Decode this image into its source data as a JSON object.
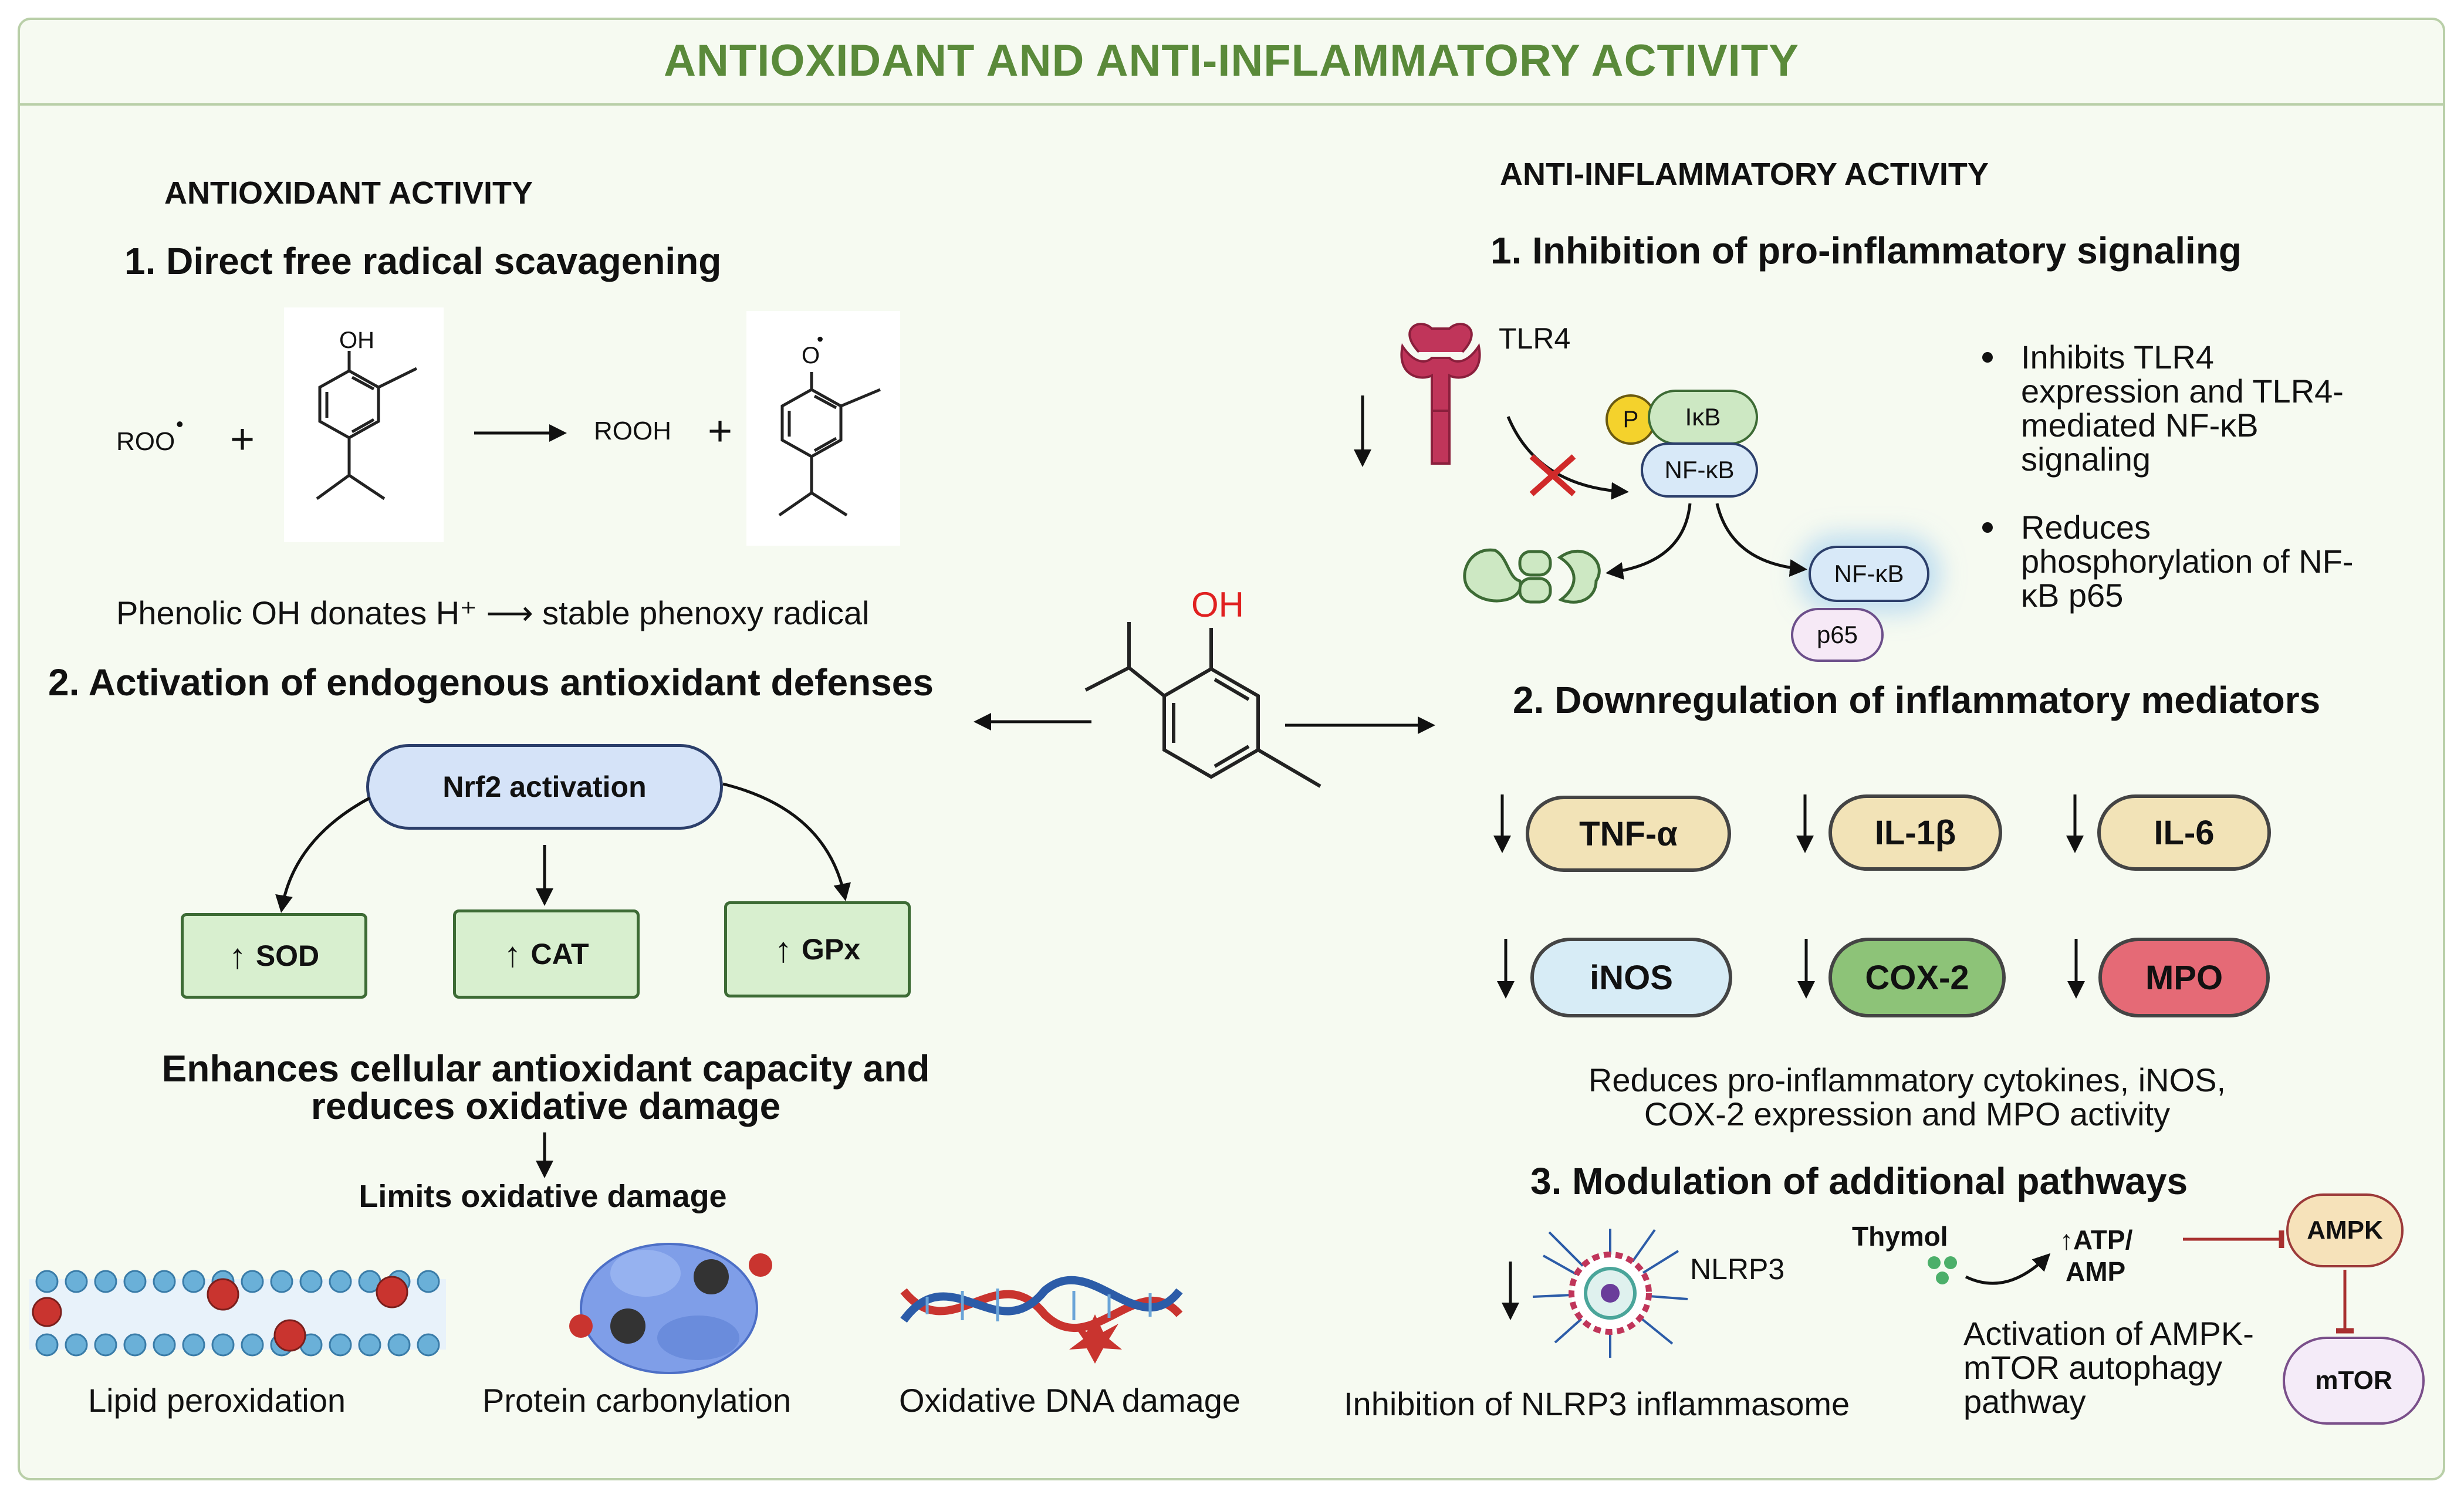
{
  "title": "ANTIOXIDANT AND ANTI-INFLAMMATORY ACTIVITY",
  "antioxidant": {
    "heading": "ANTIOXIDANT ACTIVITY",
    "section1": "1.  Direct free radical scavagening",
    "reaction": {
      "reactant1": "ROO",
      "plus": "+",
      "oh_label": "OH",
      "product1": "ROOH",
      "o_label": "O"
    },
    "mechanism_note": "Phenolic OH  donates H⁺ ⟶ stable phenoxy radical",
    "section2": "2. Activation of endogenous antioxidant defenses",
    "nrf2": "Nrf2 activation",
    "enzymes": [
      "SOD",
      "CAT",
      "GPx"
    ],
    "enhances": [
      "Enhances cellular antioxidant capacity and",
      "reduces oxidative damage"
    ],
    "limits": "Limits oxidative damage",
    "damage_labels": [
      "Lipid peroxidation",
      "Protein carbonylation",
      "Oxidative DNA damage"
    ]
  },
  "center": {
    "oh_label": "OH"
  },
  "anti_inflammatory": {
    "heading": "ANTI-INFLAMMATORY ACTIVITY",
    "section1": "1. Inhibition of pro-inflammatory signaling",
    "tlr4": "TLR4",
    "p": "P",
    "ikb": "IκB",
    "nfkb": "NF-κB",
    "nfkb2": "NF-κB",
    "p65": "p65",
    "bullets": [
      [
        "Inhibits TLR4",
        "expression and TLR4-",
        "mediated NF-κB",
        "signaling"
      ],
      [
        "Reduces",
        "phosphorylation of NF-",
        "κB p65"
      ]
    ],
    "section2": "2. Downregulation of inflammatory mediators",
    "mediators": [
      {
        "label": "TNF-α",
        "color": "#f2e3b7"
      },
      {
        "label": "IL-1β",
        "color": "#f2e3b7"
      },
      {
        "label": "IL-6",
        "color": "#f2e3b7"
      },
      {
        "label": "iNOS",
        "color": "#d7ecf6"
      },
      {
        "label": "COX-2",
        "color": "#8dc378"
      },
      {
        "label": "MPO",
        "color": "#e56a76"
      }
    ],
    "mediators_note": [
      "Reduces pro-inflammatory cytokines, iNOS,",
      "COX-2 expression and MPO activity"
    ],
    "section3": "3. Modulation of additional pathways",
    "nlrp3": "NLRP3",
    "nlrp3_note": "Inhibition of NLRP3 inflammasome",
    "thymol": "Thymol",
    "atp": [
      "↑ATP/",
      "AMP"
    ],
    "ampk": "AMPK",
    "mtor": "mTOR",
    "ampk_note": [
      "Activation of AMPK-",
      "mTOR autophagy",
      "pathway"
    ]
  }
}
